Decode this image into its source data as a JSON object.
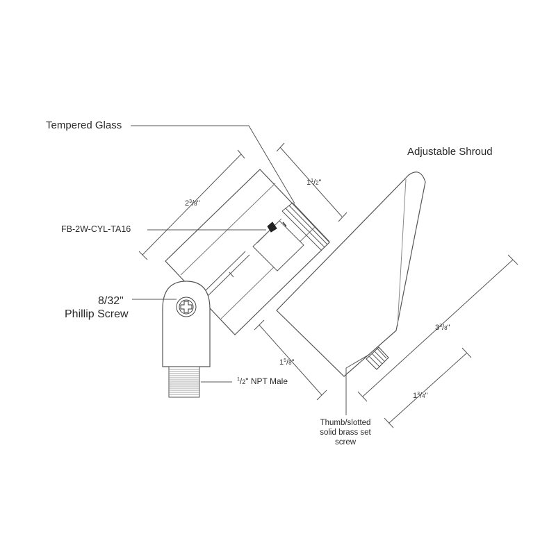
{
  "labels": {
    "tempered_glass": "Tempered Glass",
    "adjustable_shroud": "Adjustable Shroud",
    "model": "FB-2W-CYL-TA16",
    "screw_size": "8/32\"",
    "screw_name": "Phillip Screw",
    "npt": "NPT Male",
    "thumb_line1": "Thumb/slotted",
    "thumb_line2": "solid brass set",
    "thumb_line3": "screw"
  },
  "dimensions": {
    "d_2_3_8": {
      "whole": "2",
      "num": "3",
      "den": "8"
    },
    "d_1_1_2": {
      "whole": "1",
      "num": "1",
      "den": "2"
    },
    "d_1_5_8": {
      "whole": "1",
      "num": "5",
      "den": "8"
    },
    "d_3_3_8": {
      "whole": "3",
      "num": "3",
      "den": "8"
    },
    "d_1_3_4": {
      "whole": "1",
      "num": "3",
      "den": "4"
    },
    "d_npt": {
      "num": "1",
      "den": "2"
    }
  }
}
